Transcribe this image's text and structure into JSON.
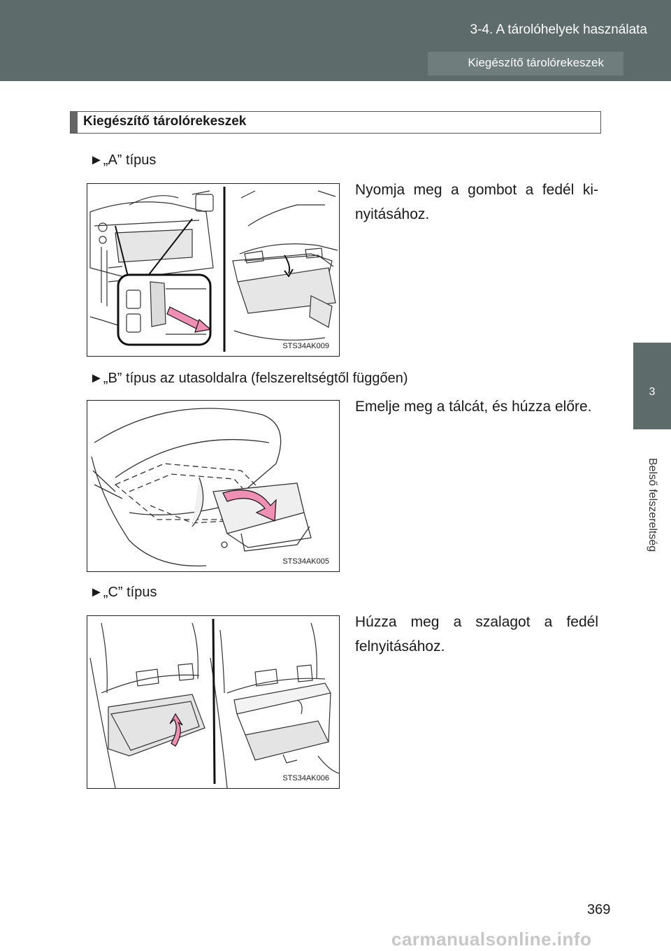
{
  "header": {
    "section": "3-4. A tárolóhelyek használata",
    "subsection": "Kiegészítő tárolórekeszek"
  },
  "side_tab": {
    "number": "3",
    "label": "Belső felszereltség"
  },
  "section_title": "Kiegészítő tárolórekeszek",
  "types": [
    {
      "heading": "►„A” típus",
      "description": "Nyomja meg a gombot a fedél ki-nyitásához.",
      "figure_code": "STS34AK009"
    },
    {
      "heading": "►„B” típus az utasoldalra (felszereltségtől függően)",
      "description": "Emelje meg a tálcát, és húzza előre.",
      "figure_code": "STS34AK005"
    },
    {
      "heading": "►„C” típus",
      "description": "Húzza meg a szalagot a fedél felnyitásához.",
      "figure_code": "STS34AK006"
    }
  ],
  "page_number": "369",
  "watermark": "carmanualsonline.info",
  "colors": {
    "header_bg": "#5d6b6b",
    "arrow_pink": "#f08fb4"
  }
}
